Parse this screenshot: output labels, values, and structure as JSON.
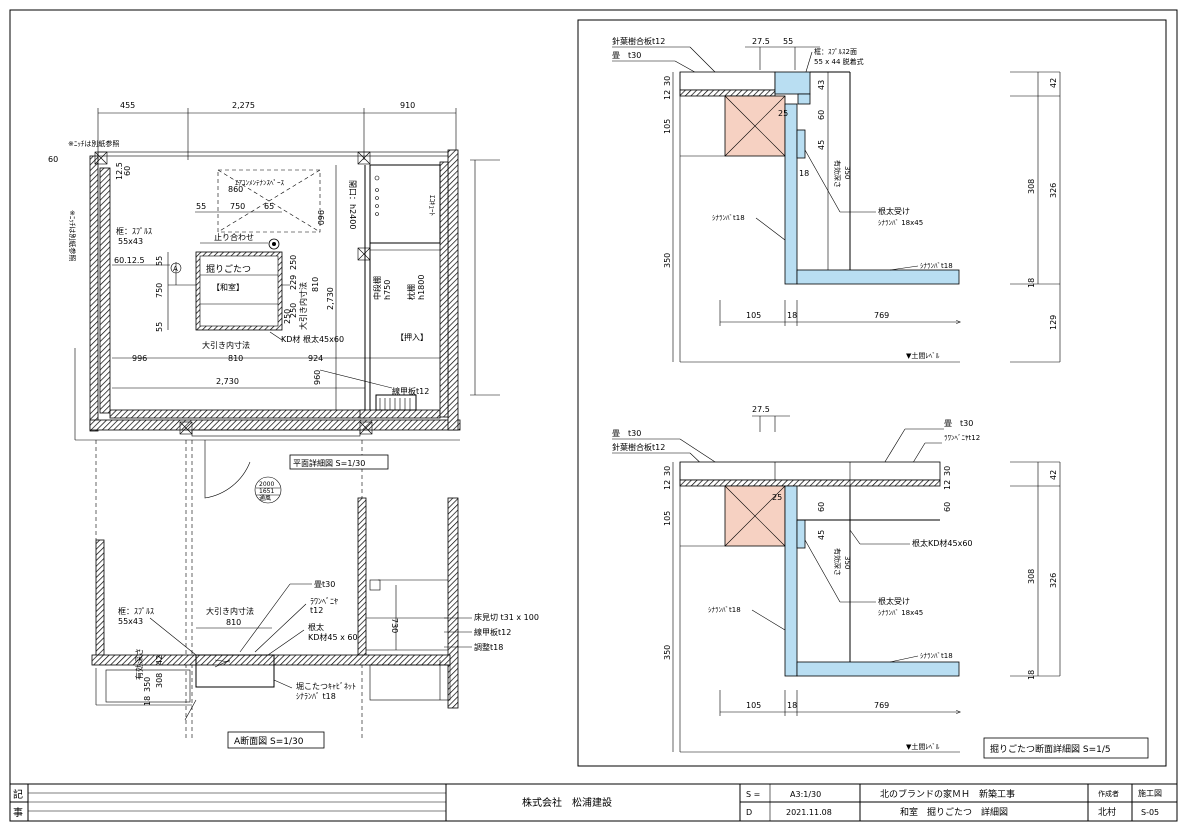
{
  "plan": {
    "dims_top": [
      "455",
      "2,275",
      "910"
    ],
    "niche_note": "※ﾆｯﾁは別紙参照",
    "niche_note_side": "※ﾆｯﾁは別紙参照",
    "d_60": "60",
    "d_12_5": "12.5",
    "d_60b": "60",
    "frame_label": "框：ｽﾌﾟﾙｽ",
    "frame_size": "55x43",
    "d_60_12_5": "60.12.5",
    "circle_a": "A",
    "d_55a": "55",
    "d_750v": "750",
    "d_55b": "55",
    "aircon": "ｴｱｺﾝﾒﾝﾃﾅﾝｽﾍﾟｰｽ",
    "d_860": "860",
    "d_55c": "55",
    "d_750h": "750",
    "d_65": "65",
    "stop": "止り合わせ",
    "d_960a": "960",
    "opening": "開口：h2400",
    "wardrobe": "ｴｺｷｭｰﾄ",
    "hori_kotatsu": "掘りごたつ",
    "washitsu": "【和室】",
    "d_250a": "250",
    "d_229": "229",
    "d_250b": "250",
    "inner_dim": "大引き内寸法",
    "d_810v": "810",
    "d_250c": "250",
    "d_2730v": "2,730",
    "mid_shelf": "中段棚",
    "mid_shelf_size": "h750",
    "pillow_shelf": "枕棚",
    "pillow_shelf_size": "h1800",
    "kd_joist": "KD材 根太45x60",
    "oshiire": "【押入】",
    "inner_dim2": "大引き内寸法",
    "d_810h": "810",
    "d_996": "996",
    "d_924": "924",
    "d_960b": "960",
    "d_2730h": "2,730",
    "edge_board": "線甲板t12",
    "title": "平面詳細図 S=1/30",
    "door_info": [
      "2000",
      "1651",
      "通風"
    ]
  },
  "section_a": {
    "tatami": "畳t30",
    "lauan_plywood": "ﾗﾜﾝﾍﾞﾆﾔ",
    "lauan_t": "t12",
    "frame_label": "框：ｽﾌﾟﾙｽ",
    "frame_size": "55x43",
    "inner_dim": "大引き内寸法",
    "d_810": "810",
    "joist": "根太",
    "joist_size": "KD材45 x 60",
    "d_730": "730",
    "floor_cut": "床見切 t31 x 100",
    "edge_board": "線甲板t12",
    "adjust": "調整t18",
    "effective_depth": "有効深さ",
    "d_350": "350",
    "d_308": "308",
    "d_42": "42",
    "d_18": "18",
    "cabinet": "堀こたつｷｬﾋﾞﾈｯﾄ",
    "cabinet_mat": "ｼﾅﾗﾝﾊﾞ t18",
    "title": "A断面図 S=1/30"
  },
  "detail1": {
    "plywood": "針葉樹合板t12",
    "tatami": "畳　t30",
    "d_27_5": "27.5",
    "d_55": "55",
    "frame": "框：ｽﾌﾟﾙｽ2面",
    "frame_size": "55 x 44 脱着式",
    "d_12": "12",
    "d_30": "30",
    "d_105": "105",
    "d_43": "43",
    "d_25": "25",
    "d_60": "60",
    "d_45": "45",
    "d_18": "18",
    "eff_depth": "有効深さ",
    "eff_350": "350",
    "joist_rcv": "根太受け",
    "joist_rcv_size": "ｼﾅﾗﾝﾊﾞ 18x45",
    "shina_a": "ｼﾅﾗﾝﾊﾞt18",
    "shina_b": "ｼﾅﾗﾝﾊﾞt18",
    "d_350": "350",
    "d_42": "42",
    "d_308": "308",
    "d_326": "326",
    "d_18r": "18",
    "d_129": "129",
    "b_105": "105",
    "b_18": "18",
    "b_769": "769",
    "ground": "▼土間ﾚﾍﾞﾙ"
  },
  "detail2": {
    "d_27_5": "27.5",
    "tatami_l": "畳　t30",
    "plywood": "針葉樹合板t12",
    "tatami_r": "畳　t30",
    "lauan": "ﾗﾜﾝﾍﾞﾆﾔt12",
    "d_12": "12",
    "d_30": "30",
    "d_30r": "30",
    "d_12r": "12",
    "d_105": "105",
    "d_25": "25",
    "d_60": "60",
    "d_60r": "60",
    "d_45": "45",
    "eff_depth": "有効深さ",
    "eff_350": "350",
    "joist": "根太KD材45x60",
    "joist_rcv": "根太受け",
    "joist_rcv_size": "ｼﾅﾗﾝﾊﾞ 18x45",
    "shina_a": "ｼﾅﾗﾝﾊﾞt18",
    "shina_b": "ｼﾅﾗﾝﾊﾞt18",
    "d_350": "350",
    "d_42": "42",
    "d_308": "308",
    "d_326": "326",
    "d_18r": "18",
    "b_105": "105",
    "b_18": "18",
    "b_769": "769",
    "ground": "▼土間ﾚﾍﾞﾙ",
    "title": "掘りごたつ断面詳細図 S=1/5"
  },
  "titleblock": {
    "ki": "記",
    "ji": "事",
    "company": "株式会社　松浦建設",
    "s_label": "S =",
    "scale": "A3:1/30",
    "d_label": "D",
    "date": "2021.11.08",
    "project": "北のブランドの家ＭＨ　新築工事",
    "drawing": "和室　掘りごたつ　詳細図",
    "author_label": "作成者",
    "author": "北村",
    "type_label": "施工図",
    "number": "S-05"
  }
}
